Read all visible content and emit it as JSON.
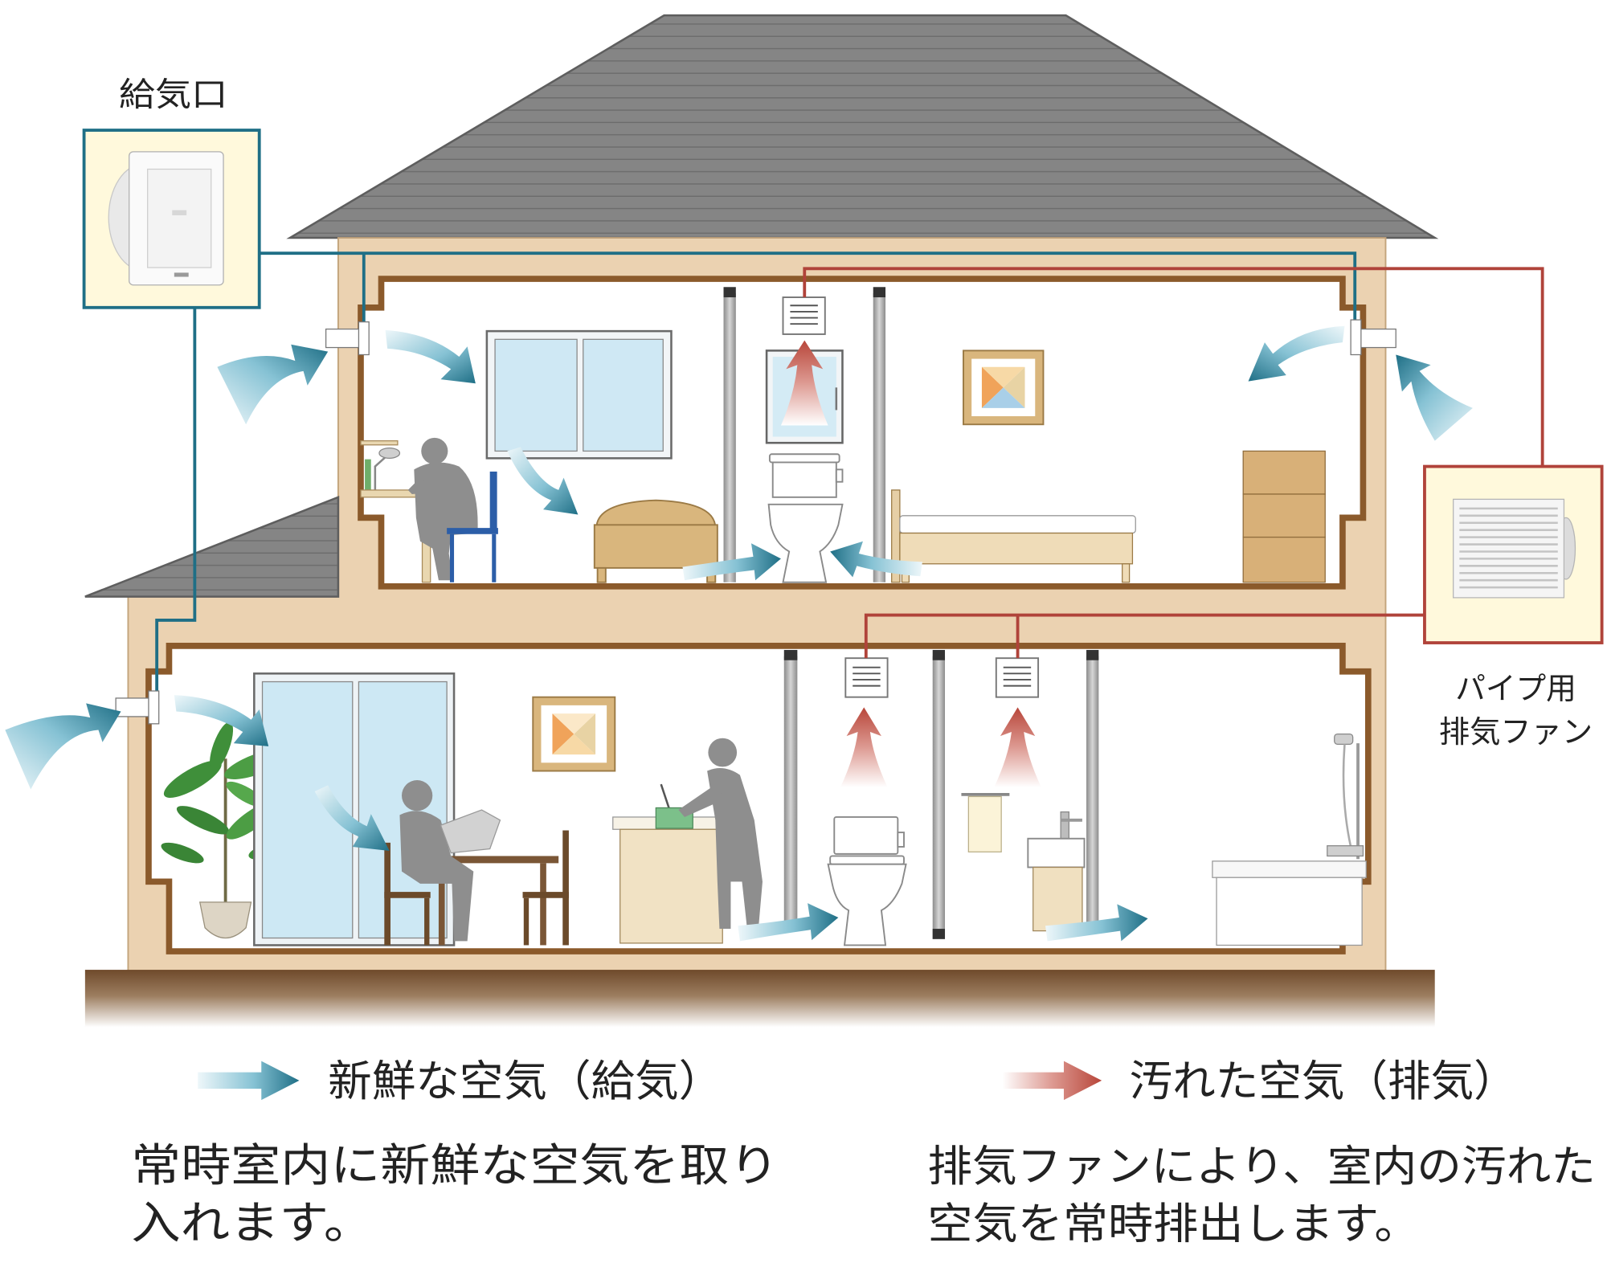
{
  "supply_vent": {
    "label": "給気口"
  },
  "exhaust_fan": {
    "label_line1": "パイプ用",
    "label_line2": "排気ファン"
  },
  "legend": {
    "fresh_air": {
      "label": "新鮮な空気（給気）",
      "color": "#1f6f86"
    },
    "stale_air": {
      "label": "汚れた空気（排気）",
      "color": "#b8463a"
    }
  },
  "descriptions": {
    "fresh_air": [
      "常時室内に新鮮な空気を取り",
      "入れます。"
    ],
    "stale_air": [
      "排気ファンにより、室内の汚れた",
      "空気を常時排出します。"
    ]
  },
  "colors": {
    "supply_duct": "#1f6f86",
    "exhaust_duct": "#b0433a",
    "wall": "#ebd2b1",
    "roof": "#858585",
    "interior_frame": "#8b5a2b",
    "callout_fill": "#fff9dc"
  }
}
